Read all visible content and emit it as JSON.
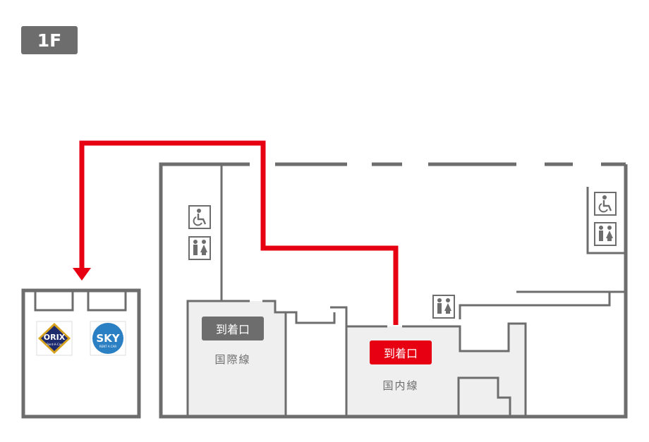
{
  "floor_badge": {
    "label": "1F"
  },
  "international": {
    "arrival_label": "到着口",
    "section_label": "国際線"
  },
  "domestic": {
    "arrival_label": "到着口",
    "section_label": "国内線"
  },
  "rental_cars": {
    "orix": {
      "name": "ORIX",
      "sub": "Rent-A-Car"
    },
    "sky": {
      "name": "SKY",
      "sub": "RENT A CAR"
    }
  },
  "icons": [
    "wheelchair-icon",
    "restroom-icon"
  ],
  "colors": {
    "route": "#e60012",
    "wall": "#6d6d6d",
    "badge": "#6d6d6d",
    "arrival_domestic": "#e60012",
    "arrival_international": "#6d6d6d",
    "gate_fill": "#efefef",
    "orix_navy": "#1d2a6c",
    "orix_gold": "#d6a21e",
    "sky_blue": "#2b7fc3"
  }
}
